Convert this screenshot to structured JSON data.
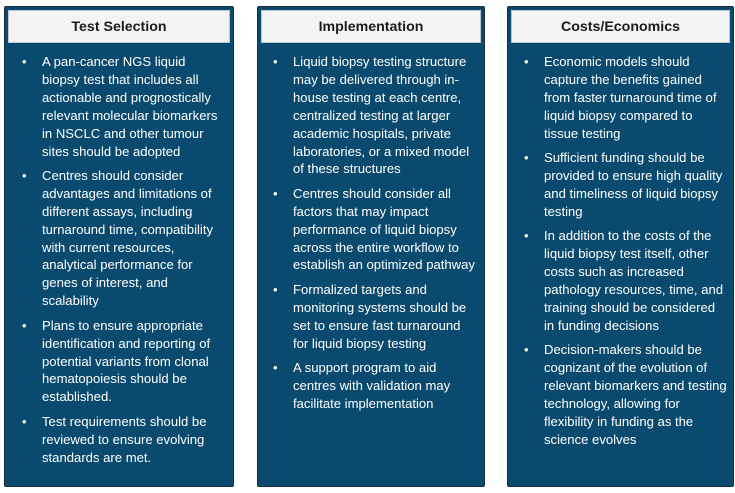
{
  "panels": [
    {
      "title": "Test Selection",
      "items": [
        "A pan-cancer NGS liquid biopsy test that includes all actionable and prognostically relevant molecular biomarkers in NSCLC and other tumour sites should be adopted",
        "Centres should consider advantages and limitations of different assays, including turnaround time, compatibility with current resources, analytical performance for genes of interest, and scalability",
        "Plans to ensure appropriate identification and reporting of potential variants from clonal hematopoiesis should be established.",
        "Test requirements should be reviewed to ensure evolving standards are met."
      ]
    },
    {
      "title": "Implementation",
      "items": [
        "Liquid biopsy testing structure may be delivered through in-house testing at each centre, centralized testing at larger academic hospitals, private laboratories, or a mixed model of these structures",
        "Centres should consider all factors that may impact performance of liquid biopsy across the entire workflow to establish an optimized pathway",
        "Formalized targets and monitoring systems should be set to ensure fast turnaround for liquid biopsy testing",
        "A support program to aid centres with validation may facilitate implementation"
      ]
    },
    {
      "title": "Costs/Economics",
      "items": [
        "Economic models should capture the benefits gained from  faster turnaround time of liquid biopsy compared to tissue testing",
        "Sufficient funding should be provided to ensure high quality and timeliness of liquid biopsy testing",
        "In addition to the costs of the liquid biopsy test itself, other costs such as increased pathology resources, time, and training should be considered in funding decisions",
        "Decision-makers should be cognizant of the evolution of relevant biomarkers and testing technology, allowing for flexibility in funding as the science evolves"
      ]
    }
  ],
  "bullet_char": "•",
  "colors": {
    "panel_fill": "#0a4a6e",
    "header_fill": "#f4f4f4",
    "text": "#ffffff"
  }
}
